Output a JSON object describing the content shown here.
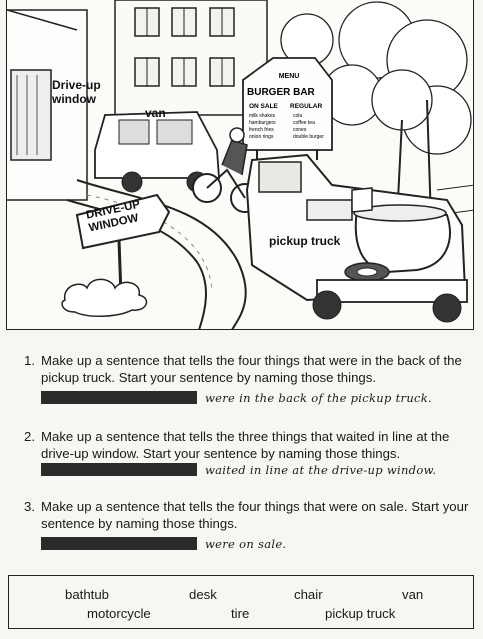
{
  "illustration": {
    "labels": {
      "driveup_sign_building": "Drive-up window",
      "van": "van",
      "road_sign": "DRIVE-UP WINDOW",
      "pickup": "pickup truck"
    },
    "menu": {
      "title": "MENU",
      "name": "BURGER BAR",
      "on_sale": "ON SALE",
      "regular": "REGULAR",
      "left_items": [
        "milk shakes",
        "hamburgers",
        "french fries",
        "onion rings"
      ],
      "right_items": [
        "cola",
        "coffee tea",
        "cones",
        "double burger"
      ]
    }
  },
  "questions": [
    {
      "number": "1.",
      "text": "Make up a sentence that tells the four things that were in the back of the pickup truck. Start your sentence by naming those things.",
      "tail": "were in the back of the pickup truck."
    },
    {
      "number": "2.",
      "text": "Make up a sentence that tells the three things that waited in line at the drive-up window. Start your sentence by naming those things.",
      "tail": "waited in line at the drive-up window."
    },
    {
      "number": "3.",
      "text": "Make up a sentence that tells the four things that were on sale. Start your sentence by naming those things.",
      "tail": "were on sale."
    }
  ],
  "word_bank": [
    "bathtub",
    "desk",
    "chair",
    "van",
    "motorcycle",
    "tire",
    "pickup truck"
  ]
}
